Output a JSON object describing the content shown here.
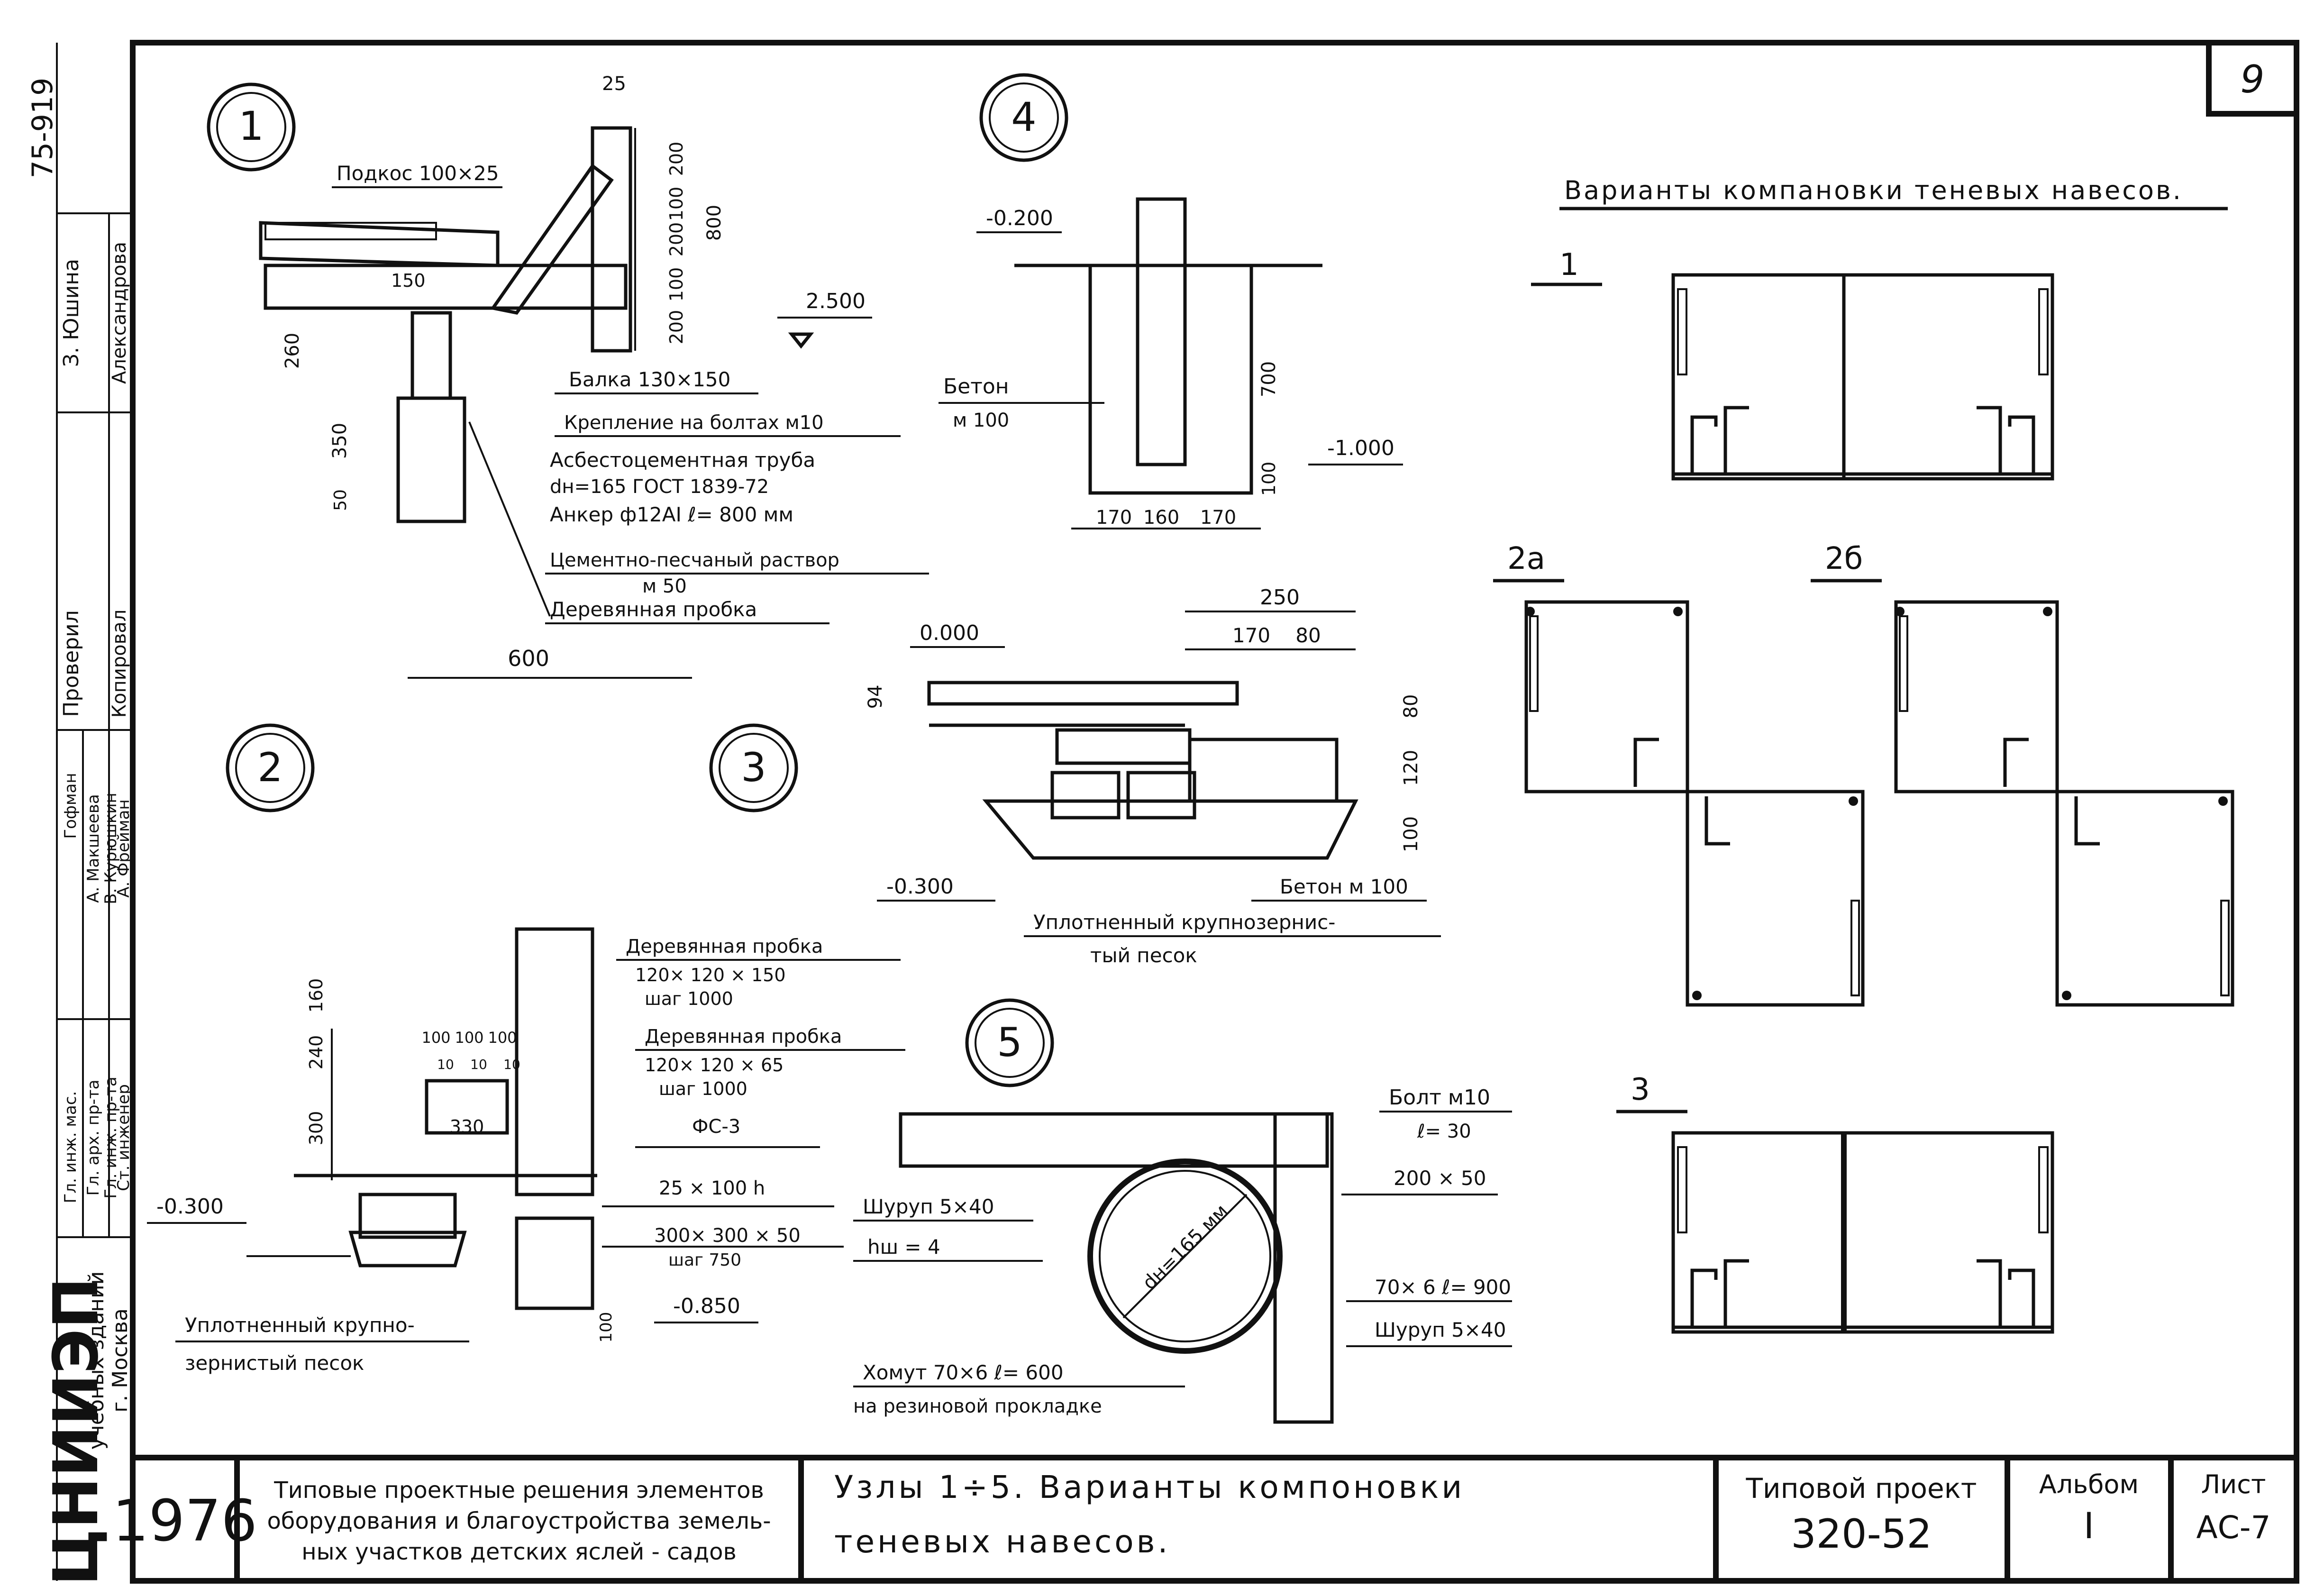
{
  "sheet_number": "9",
  "title_block": {
    "year": "1976",
    "description_lines": [
      "Типовые проектные решения элементов",
      "оборудования и благоустройства земель-",
      "ных участков детских яслей - садов"
    ],
    "drawing_title_lines": [
      "Узлы 1÷5. Варианты компоновки",
      "теневых навесов."
    ],
    "project_label": "Типовой проект",
    "project_number": "320-52",
    "album_label": "Альбом",
    "album_value": "I",
    "sheet_label": "Лист",
    "sheet_code": "АС-7"
  },
  "side_stamp": {
    "doc_number": "75-919",
    "institute": "ЦНИИЭП",
    "institute_sub": "учебных зданий",
    "city": "г. Москва",
    "roles": [
      {
        "role": "Гл. инж. мас.",
        "name": "Гофман"
      },
      {
        "role": "Гл. арх. пр-та",
        "name": "А. Макшеева"
      },
      {
        "role": "Гл. инж. пр-та",
        "name": "В. Курюшкин"
      },
      {
        "role": "Ст. инженер",
        "name": "А. Фрейман"
      },
      {
        "role": "Проверил",
        "name": "З. Юшина"
      },
      {
        "role": "Копировал",
        "name": "Александрова"
      }
    ]
  },
  "node_markers": [
    "1",
    "2",
    "3",
    "4",
    "5"
  ],
  "node1": {
    "labels": [
      "Подкос 100×25",
      "Балка 130×150",
      "Крепление на болтах м10",
      "Асбестоцементная труба",
      "dн=165 ГОСТ 1839-72",
      "Анкер ф12АI ℓ= 800 мм",
      "Цементно-песчаный раствор",
      "м 50",
      "Деревянная пробка"
    ],
    "dims": [
      "25",
      "200",
      "100",
      "200",
      "100",
      "200",
      "800",
      "150",
      "260",
      "350",
      "50",
      "600"
    ],
    "level": "2.500"
  },
  "node2": {
    "labels": [
      "Деревянная пробка",
      "120× 120 × 150",
      "шаг 1000",
      "Деревянная пробка",
      "120× 120 × 65",
      "шаг 1000",
      "ФС-3",
      "25 × 100 h",
      "300× 300 × 50",
      "шаг 750",
      "Уплотненный крупно-",
      "зернистый песок"
    ],
    "dims": [
      "160",
      "240",
      "300",
      "100",
      "100",
      "100",
      "10",
      "10",
      "10",
      "330",
      "100"
    ],
    "levels": [
      "-0.300",
      "-0.850"
    ]
  },
  "node3": {
    "labels": [
      "Бетон м 100",
      "Уплотненный крупнозернис-",
      "тый песок"
    ],
    "dims": [
      "250",
      "170",
      "80",
      "94",
      "80",
      "120",
      "100"
    ],
    "levels": [
      "0.000",
      "-0.300"
    ]
  },
  "node4": {
    "labels": [
      "Бетон",
      "м 100"
    ],
    "dims": [
      "700",
      "100",
      "170",
      "160",
      "170"
    ],
    "levels": [
      "-0.200",
      "-1.000"
    ]
  },
  "node5": {
    "labels": [
      "Болт м10",
      "ℓ= 30",
      "200 × 50",
      "Шуруп 5×40",
      "hш = 4",
      "70× 6  ℓ= 900",
      "Шуруп 5×40",
      "Хомут 70×6  ℓ= 600",
      "на резиновой прокладке",
      "dн=165 мм"
    ]
  },
  "variants": {
    "title": "Варианты компановки теневых навесов.",
    "labels": [
      "1",
      "2а",
      "2б",
      "3"
    ]
  }
}
